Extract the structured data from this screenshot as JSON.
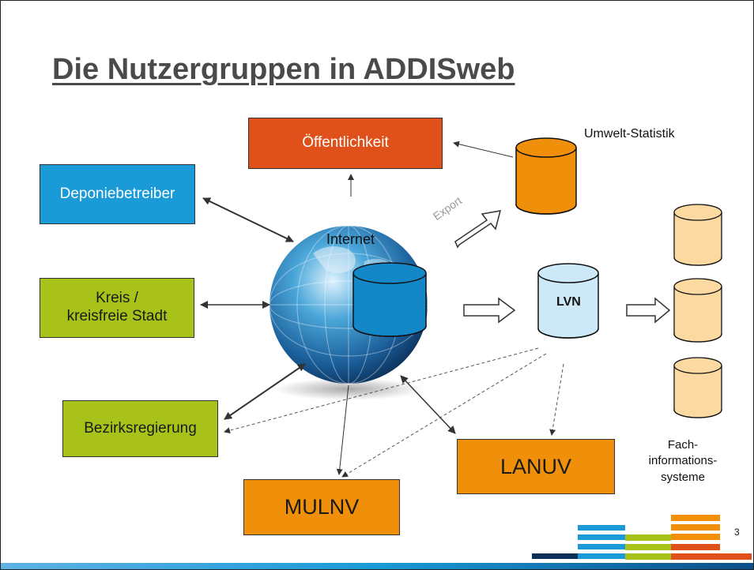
{
  "title": "Die Nutzergruppen in ADDISweb",
  "boxes": {
    "oeffentlichkeit": "Öffentlichkeit",
    "deponiebetreiber": "Deponiebetreiber",
    "kreis_line1": "Kreis /",
    "kreis_line2": "kreisfreie Stadt",
    "bezirksregierung": "Bezirksregierung",
    "mulnv": "MULNV",
    "lanuv": "LANUV"
  },
  "labels": {
    "umwelt_statistik": "Umwelt-Statistik",
    "internet": "Internet",
    "export": "Export",
    "lvn": "LVN",
    "fach_line1": "Fach-",
    "fach_line2": "informations-",
    "fach_line3": "systeme"
  },
  "page_number": "3",
  "colors": {
    "red": "#e0501a",
    "blue": "#1a9ad6",
    "green": "#a8c21a",
    "orange": "#f0900a",
    "light_orange": "#fcd9a0",
    "light_blue": "#cde9f8",
    "globe_db": "#1487c9"
  }
}
